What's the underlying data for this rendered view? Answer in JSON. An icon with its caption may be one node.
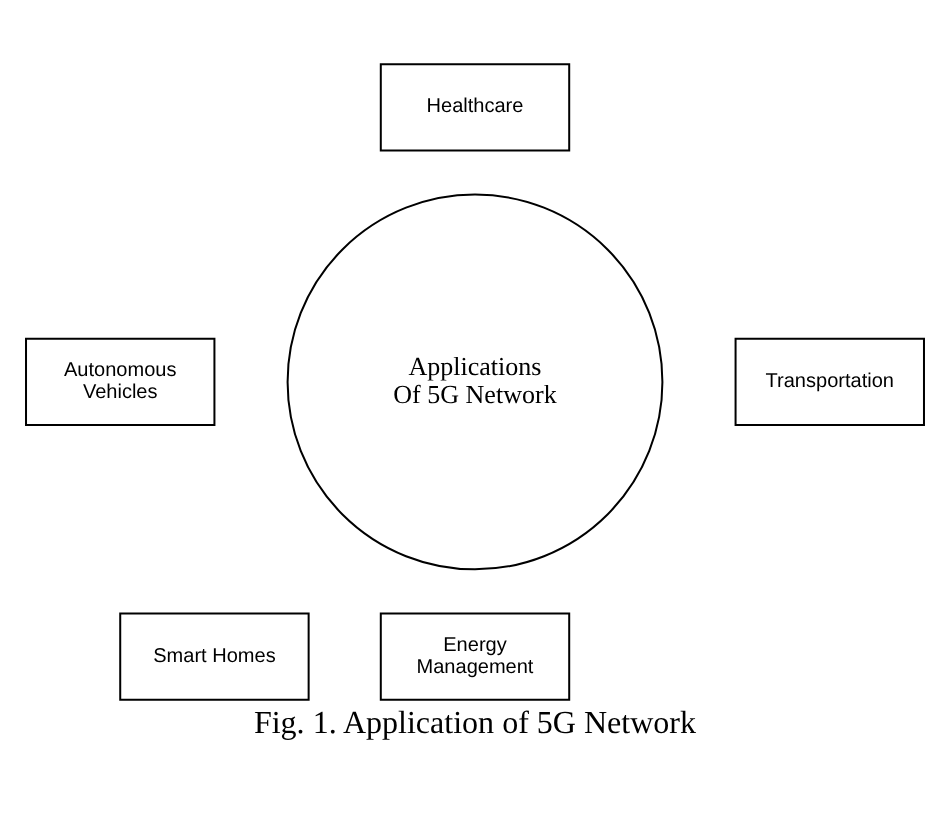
{
  "diagram": {
    "caption": "Fig. 1. Application of 5G Network",
    "nodes": [
      {
        "text": [
          "Applications Of 5G Network"
        ]
      },
      {
        "text": [
          "Healthcare"
        ]
      },
      {
        "text": [
          "Autonomous Vehicles"
        ]
      },
      {
        "text": [
          "Transportation"
        ]
      },
      {
        "text": [
          "Smart Homes"
        ]
      },
      {
        "text": [
          "Energy Management"
        ]
      }
    ],
    "edges": []
  }
}
